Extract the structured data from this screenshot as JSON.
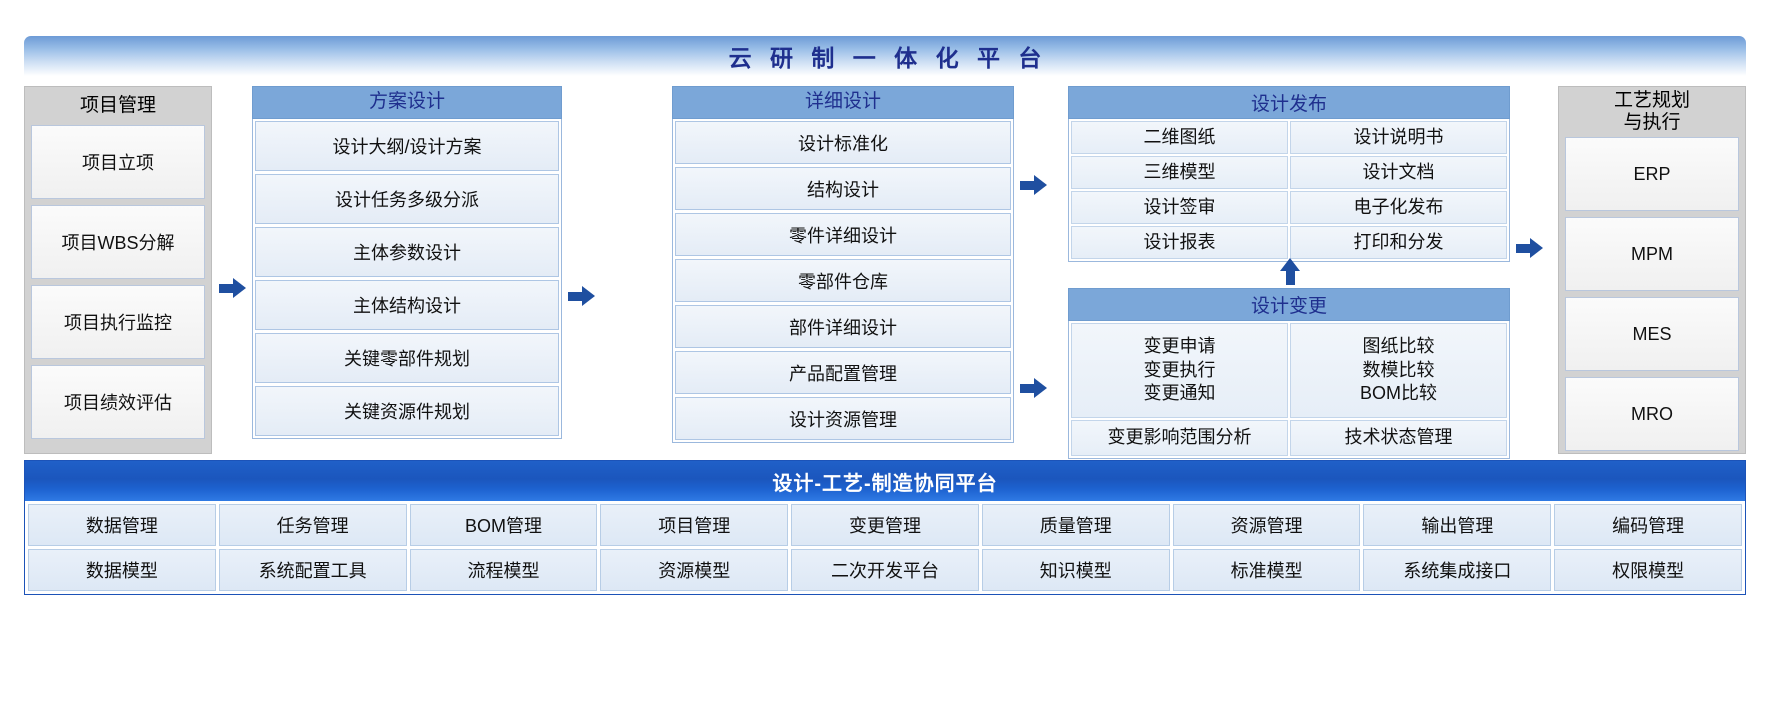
{
  "title": "云 研 制 一 体 化 平 台",
  "columns": {
    "project": {
      "header": "项目管理",
      "items": [
        "项目立项",
        "项目WBS分解",
        "项目执行监控",
        "项目绩效评估"
      ]
    },
    "scheme": {
      "header": "方案设计",
      "items": [
        "设计大纲/设计方案",
        "设计任务多级分派",
        "主体参数设计",
        "主体结构设计",
        "关键零部件规划",
        "关键资源件规划"
      ]
    },
    "detail": {
      "header": "详细设计",
      "items": [
        "设计标准化",
        "结构设计",
        "零件详细设计",
        "零部件仓库",
        "部件详细设计",
        "产品配置管理",
        "设计资源管理"
      ]
    },
    "process": {
      "header": "工艺规划\n与执行",
      "header_line1": "工艺规划",
      "header_line2": "与执行",
      "items": [
        "ERP",
        "MPM",
        "MES",
        "MRO"
      ]
    }
  },
  "panels": {
    "release": {
      "header": "设计发布",
      "rows": [
        [
          "二维图纸",
          "设计说明书"
        ],
        [
          "三维模型",
          "设计文档"
        ],
        [
          "设计签审",
          "电子化发布"
        ],
        [
          "设计报表",
          "打印和分发"
        ]
      ]
    },
    "change": {
      "header": "设计变更",
      "left_lines": [
        "变更申请",
        "变更执行",
        "变更通知"
      ],
      "right_lines": [
        "图纸比较",
        "数模比较",
        "BOM比较"
      ],
      "bottom_row": [
        "变更影响范围分析",
        "技术状态管理"
      ]
    }
  },
  "platform": {
    "title": "设计-工艺-制造协同平台",
    "row1": [
      "数据管理",
      "任务管理",
      "BOM管理",
      "项目管理",
      "变更管理",
      "质量管理",
      "资源管理",
      "输出管理",
      "编码管理"
    ],
    "row2": [
      "数据模型",
      "系统配置工具",
      "流程模型",
      "资源模型",
      "二次开发平台",
      "知识模型",
      "标准模型",
      "系统集成接口",
      "权限模型"
    ]
  },
  "colors": {
    "title_text": "#1f2f8e",
    "header_blue": "#7ba7d9",
    "arrow": "#1f4fa0",
    "platform_blue": "#1b56bd",
    "grey_panel": "#d2d2d2"
  }
}
